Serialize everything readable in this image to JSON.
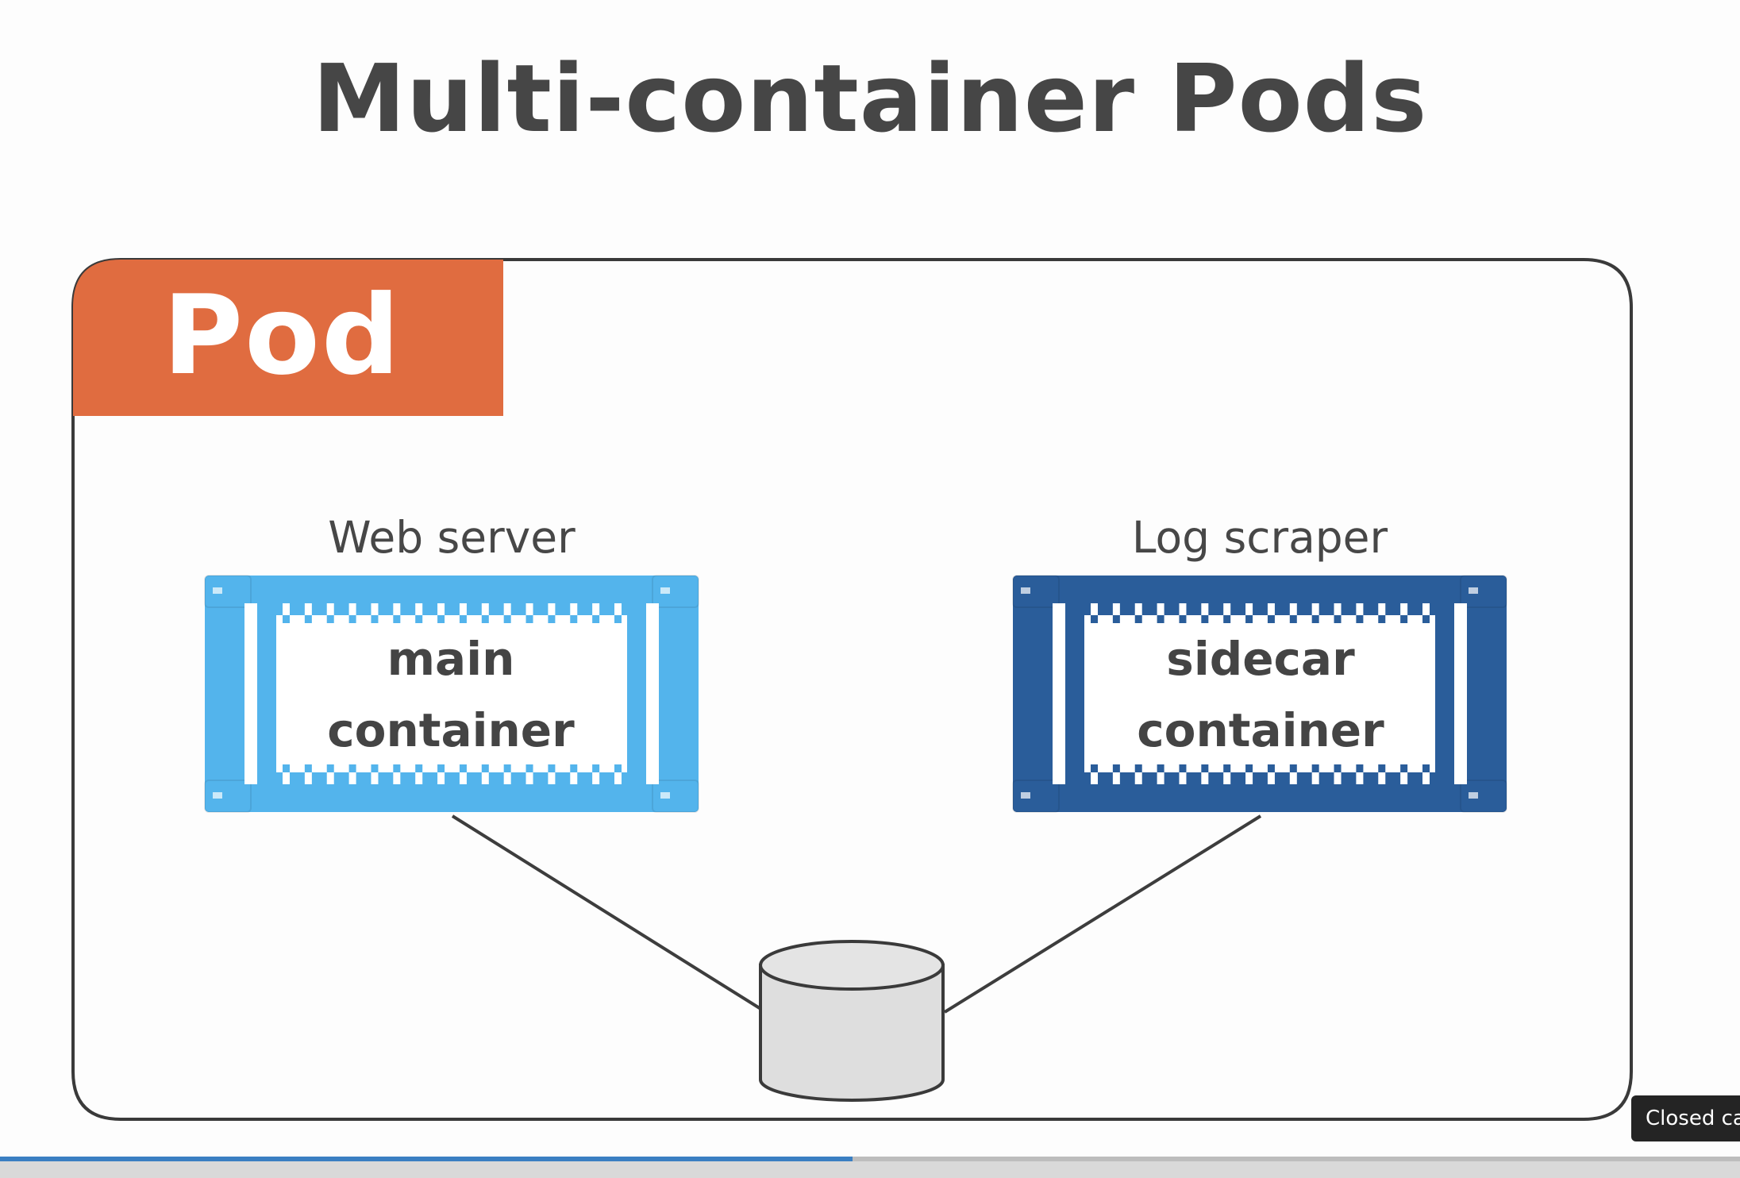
{
  "slide": {
    "title": "Multi-container Pods",
    "pod_label": "Pod",
    "containers": [
      {
        "label": "Web server",
        "line1": "main",
        "line2": "container",
        "color": "#53b4ec"
      },
      {
        "label": "Log scraper",
        "line1": "sidecar",
        "line2": "container",
        "color": "#2a5d9a"
      }
    ],
    "volume_icon": "storage-cylinder-icon"
  },
  "colors": {
    "pod_accent": "#e06c40",
    "frame": "#3a3a3a",
    "volume_fill": "#dedede"
  },
  "player": {
    "closed_captions_label": "Closed ca",
    "progress_fraction": 0.49
  }
}
